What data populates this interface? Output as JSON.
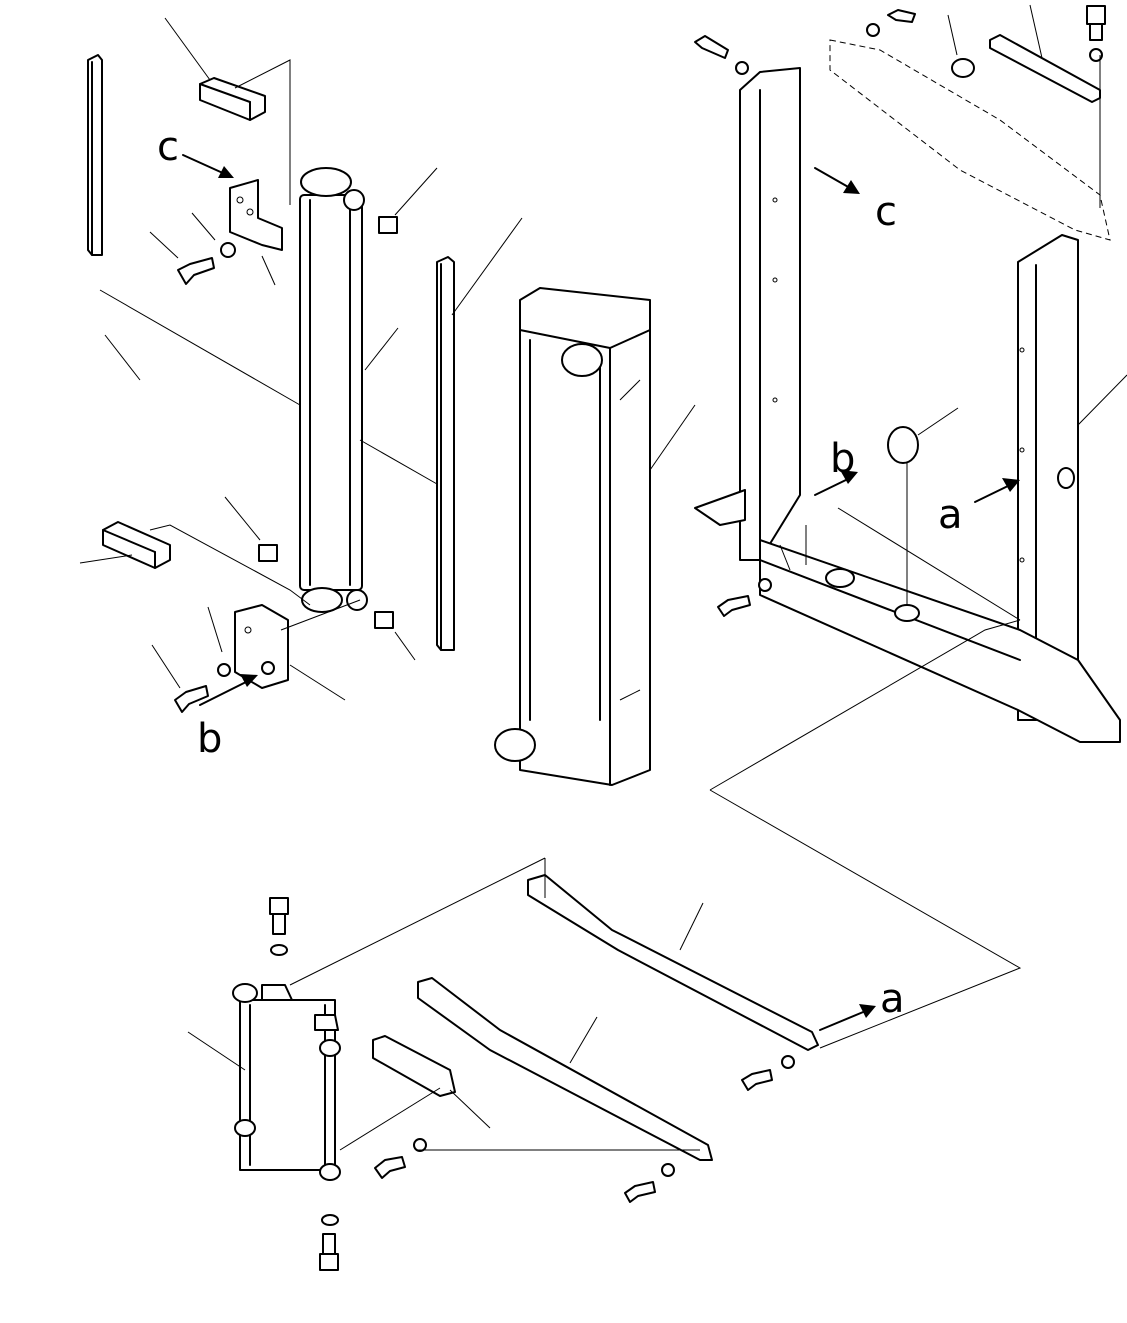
{
  "view_labels": {
    "c_callout": "c",
    "c_target": "c",
    "b_callout": "b",
    "b_target": "b",
    "a_target_frame": "a",
    "a_callout_bottom": "a"
  }
}
